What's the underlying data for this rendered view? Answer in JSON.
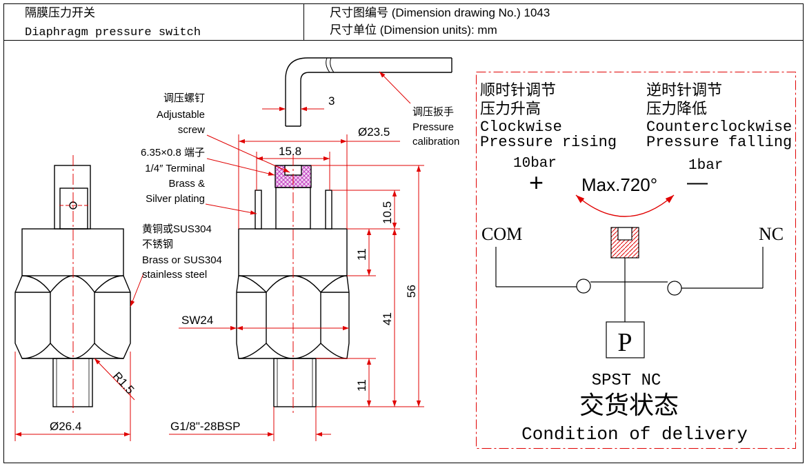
{
  "header": {
    "title_cn": "隔膜压力开关",
    "title_en": "Diaphragm pressure switch",
    "drawing_no": "尺寸图编号 (Dimension drawing No.) 1043",
    "units": "尺寸单位 (Dimension units): mm"
  },
  "callouts": {
    "screw_cn": "调压螺钉",
    "screw_en1": "Adjustable",
    "screw_en2": "screw",
    "terminal_l1": "6.35×0.8 端子",
    "terminal_l2": "1/4″ Terminal",
    "terminal_l3": "Brass &",
    "terminal_l4": "Silver plating",
    "body_cn1": "黄铜或SUS304",
    "body_cn2": "不锈钢",
    "body_en1": "Brass or SUS304",
    "body_en2": "stainless steel",
    "wrench_cn": "调压扳手",
    "wrench_en1": "Pressure",
    "wrench_en2": "calibration"
  },
  "dimensions": {
    "wrench_width": "3",
    "top_dia": "Ø23.5",
    "inner_dia": "15.8",
    "screw_h": "10.5",
    "cap_h": "11",
    "overall_h": "56",
    "hex_h": "41",
    "thread_h": "11",
    "hex_size": "SW24",
    "radius": "R1.5",
    "body_dia": "Ø26.4",
    "thread": "G1/8\"-28BSP"
  },
  "schematic": {
    "cw_cn1": "顺时针调节",
    "cw_cn2": "压力升高",
    "cw_en1": "Clockwise",
    "cw_en2": "Pressure rising",
    "ccw_cn1": "逆时针调节",
    "ccw_cn2": "压力降低",
    "ccw_en1": "Counterclockwise",
    "ccw_en2": "Pressure falling",
    "high": "10bar",
    "low": "1bar",
    "plus": "+",
    "minus": "—",
    "max_turn": "Max.720°",
    "com": "COM",
    "nc": "NC",
    "p": "P",
    "spst": "SPST NC",
    "delivery_cn": "交货状态",
    "delivery_en": "Condition of delivery"
  },
  "colors": {
    "line": "#000000",
    "dim": "#e00000",
    "screw_fill": "#cc55cc"
  }
}
